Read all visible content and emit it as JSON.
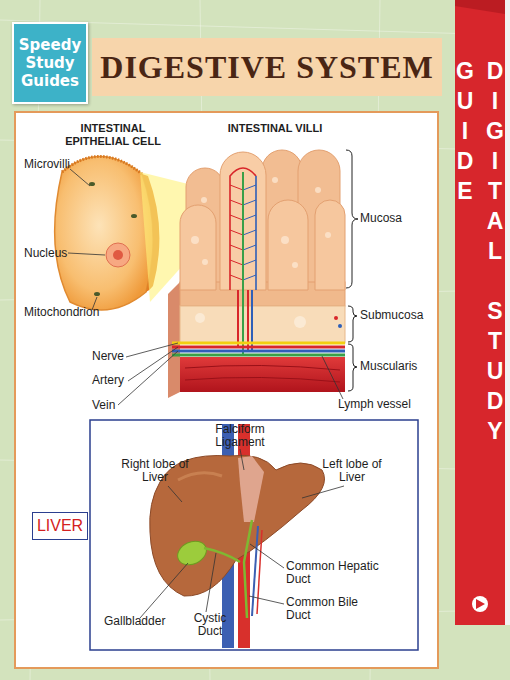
{
  "diagram": {
    "title": "DIGESTIVE SYSTEM",
    "nodes": [
      {
        "text": [
          "Speedy Study Guides"
        ]
      },
      {
        "text": [
          "DIGITAL STUDY GUIDE"
        ]
      },
      {
        "text": [
          "LIVER"
        ]
      }
    ],
    "labels": [
      "INTESTINAL EPITHELIAL CELL",
      "INTESTINAL VILLI",
      "Microvilli",
      "Mucosa",
      "Nucleus",
      "Mitochondrion",
      "Submucosa",
      "Nerve",
      "Muscularis",
      "Artery",
      "Vein",
      "Lymph vessel",
      "Falciform Ligament",
      "Right lobe of Liver",
      "Left lobe of Liver",
      "Common Hepatic Duct",
      "Gallbladder",
      "Cystic Duct",
      "Common Bile Duct"
    ]
  }
}
